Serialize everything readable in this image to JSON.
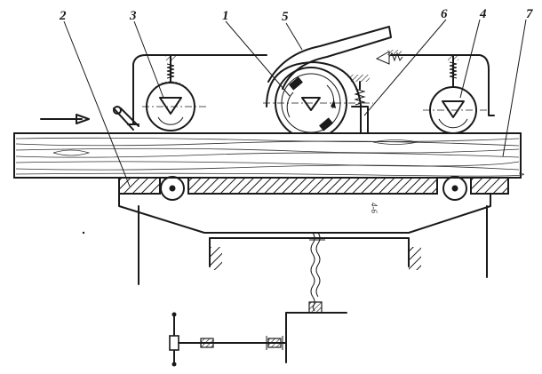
{
  "diagram": {
    "callouts": [
      {
        "id": "c1",
        "text": "1"
      },
      {
        "id": "c2",
        "text": "2"
      },
      {
        "id": "c3",
        "text": "3"
      },
      {
        "id": "c4",
        "text": "4"
      },
      {
        "id": "c5",
        "text": "5"
      },
      {
        "id": "c6",
        "text": "6"
      },
      {
        "id": "c7",
        "text": "7"
      }
    ],
    "vertical_mark": "4-6"
  }
}
